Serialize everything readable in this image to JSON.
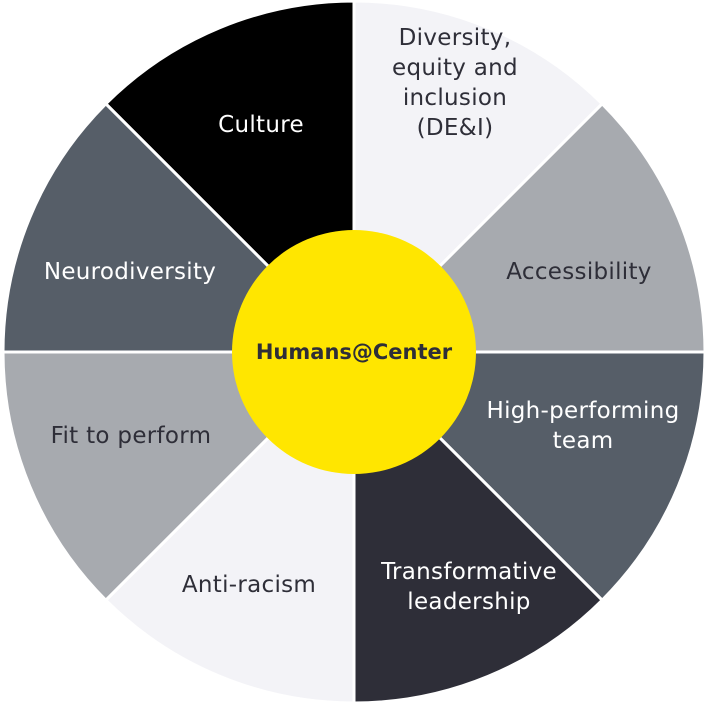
{
  "center": {
    "label": "Humans@Center",
    "color": "#FFE600",
    "text_color": "#2E2E38"
  },
  "segments": [
    {
      "id": "culture",
      "lines": [
        "Culture"
      ],
      "fill": "#000000",
      "text_color": "#FFFFFF"
    },
    {
      "id": "dei",
      "lines": [
        "Diversity,",
        "equity and",
        "inclusion",
        "(DE&I)"
      ],
      "fill": "#F3F3F7",
      "text_color": "#2E2E38"
    },
    {
      "id": "accessibility",
      "lines": [
        "Accessibility"
      ],
      "fill": "#A7AAAF",
      "text_color": "#2E2E38"
    },
    {
      "id": "high-performing-team",
      "lines": [
        "High-performing",
        "team"
      ],
      "fill": "#565E68",
      "text_color": "#FFFFFF"
    },
    {
      "id": "transformative-leadership",
      "lines": [
        "Transformative",
        "leadership"
      ],
      "fill": "#2E2E38",
      "text_color": "#FFFFFF"
    },
    {
      "id": "anti-racism",
      "lines": [
        "Anti-racism"
      ],
      "fill": "#F3F3F7",
      "text_color": "#2E2E38"
    },
    {
      "id": "fit-to-perform",
      "lines": [
        "Fit to perform"
      ],
      "fill": "#A7AAAF",
      "text_color": "#2E2E38"
    },
    {
      "id": "neurodiversity",
      "lines": [
        "Neurodiversity"
      ],
      "fill": "#565E68",
      "text_color": "#FFFFFF"
    }
  ]
}
